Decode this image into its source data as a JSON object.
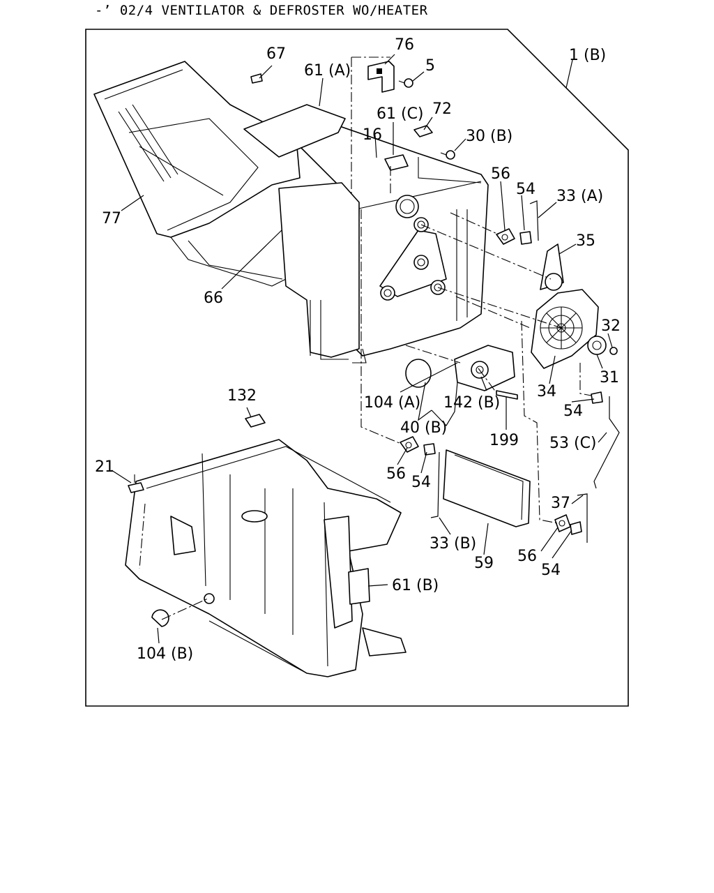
{
  "title": "-’ 02/4 VENTILATOR & DEFROSTER WO/HEATER",
  "labels": {
    "l_1b": "1 (B)",
    "l_5": "5",
    "l_16": "16",
    "l_21": "21",
    "l_30b": "30 (B)",
    "l_31": "31",
    "l_32": "32",
    "l_33a": "33 (A)",
    "l_33b": "33 (B)",
    "l_34": "34",
    "l_35": "35",
    "l_37": "37",
    "l_40b": "40 (B)",
    "l_53c": "53 (C)",
    "l_54a": "54",
    "l_54b": "54",
    "l_54c": "54",
    "l_54d": "54",
    "l_56a": "56",
    "l_56b": "56",
    "l_56c": "56",
    "l_59": "59",
    "l_61a": "61 (A)",
    "l_61b": "61 (B)",
    "l_61c": "61 (C)",
    "l_66": "66",
    "l_67": "67",
    "l_72": "72",
    "l_76": "76",
    "l_77": "77",
    "l_104a": "104 (A)",
    "l_104b": "104 (B)",
    "l_132": "132",
    "l_142b": "142 (B)",
    "l_199": "199"
  }
}
